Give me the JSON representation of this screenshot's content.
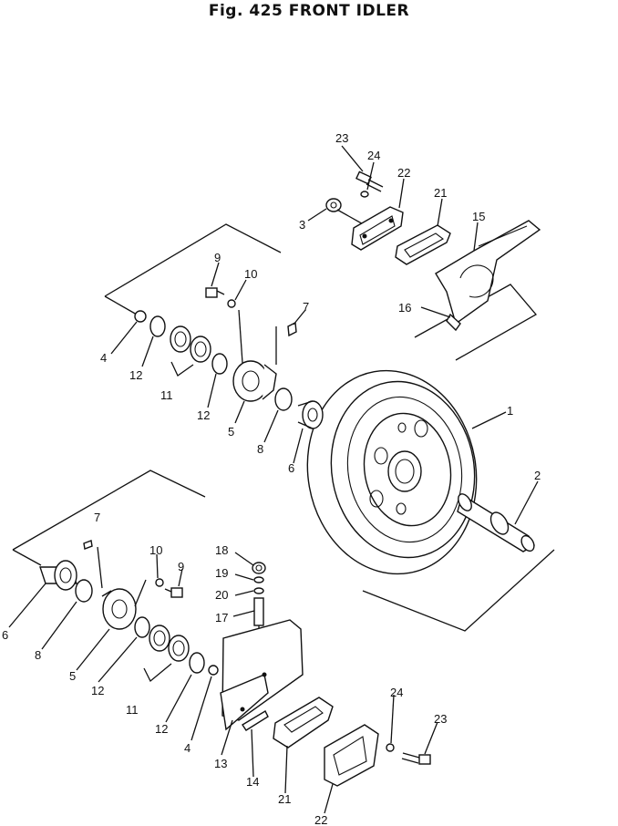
{
  "title": "Fig. 425   FRONT IDLER",
  "callouts": [
    {
      "id": "c-1",
      "text": "1"
    },
    {
      "id": "c-2",
      "text": "2"
    },
    {
      "id": "c-3",
      "text": "3"
    },
    {
      "id": "c-4a",
      "text": "4"
    },
    {
      "id": "c-4b",
      "text": "4"
    },
    {
      "id": "c-5a",
      "text": "5"
    },
    {
      "id": "c-5b",
      "text": "5"
    },
    {
      "id": "c-6a",
      "text": "6"
    },
    {
      "id": "c-6b",
      "text": "6"
    },
    {
      "id": "c-7a",
      "text": "7"
    },
    {
      "id": "c-7b",
      "text": "7"
    },
    {
      "id": "c-8a",
      "text": "8"
    },
    {
      "id": "c-8b",
      "text": "8"
    },
    {
      "id": "c-9a",
      "text": "9"
    },
    {
      "id": "c-9b",
      "text": "9"
    },
    {
      "id": "c-10a",
      "text": "10"
    },
    {
      "id": "c-10b",
      "text": "10"
    },
    {
      "id": "c-11a",
      "text": "11"
    },
    {
      "id": "c-11b",
      "text": "11"
    },
    {
      "id": "c-12a",
      "text": "12"
    },
    {
      "id": "c-12b",
      "text": "12"
    },
    {
      "id": "c-12c",
      "text": "12"
    },
    {
      "id": "c-12d",
      "text": "12"
    },
    {
      "id": "c-13",
      "text": "13"
    },
    {
      "id": "c-14",
      "text": "14"
    },
    {
      "id": "c-15",
      "text": "15"
    },
    {
      "id": "c-16",
      "text": "16"
    },
    {
      "id": "c-17",
      "text": "17"
    },
    {
      "id": "c-18",
      "text": "18"
    },
    {
      "id": "c-19",
      "text": "19"
    },
    {
      "id": "c-20",
      "text": "20"
    },
    {
      "id": "c-21a",
      "text": "21"
    },
    {
      "id": "c-21b",
      "text": "21"
    },
    {
      "id": "c-22a",
      "text": "22"
    },
    {
      "id": "c-22b",
      "text": "22"
    },
    {
      "id": "c-23a",
      "text": "23"
    },
    {
      "id": "c-23b",
      "text": "23"
    },
    {
      "id": "c-24a",
      "text": "24"
    },
    {
      "id": "c-24b",
      "text": "24"
    }
  ]
}
